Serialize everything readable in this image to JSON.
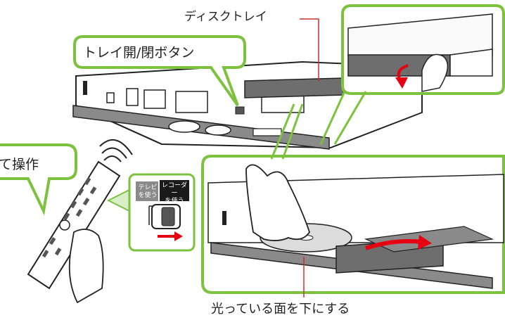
{
  "labels": {
    "disc_tray": "ディスクトレイ",
    "tray_open_close_button": "トレイ開/閉ボタン",
    "remote_operation": "て操作",
    "shiny_side_down": "光っている面を下にする"
  },
  "remote_switch": {
    "tv_mode_line1": "テレビ",
    "tv_mode_line2": "を使う",
    "recorder_mode_line1": "レコーダー",
    "recorder_mode_line2": "を使う"
  },
  "colors": {
    "callout_green": "#7dc23e",
    "callout_fill": "#ffffff",
    "panel_gray": "#6e6e6e",
    "arrow_red": "#e60012",
    "leader_line": "#c8322e"
  }
}
